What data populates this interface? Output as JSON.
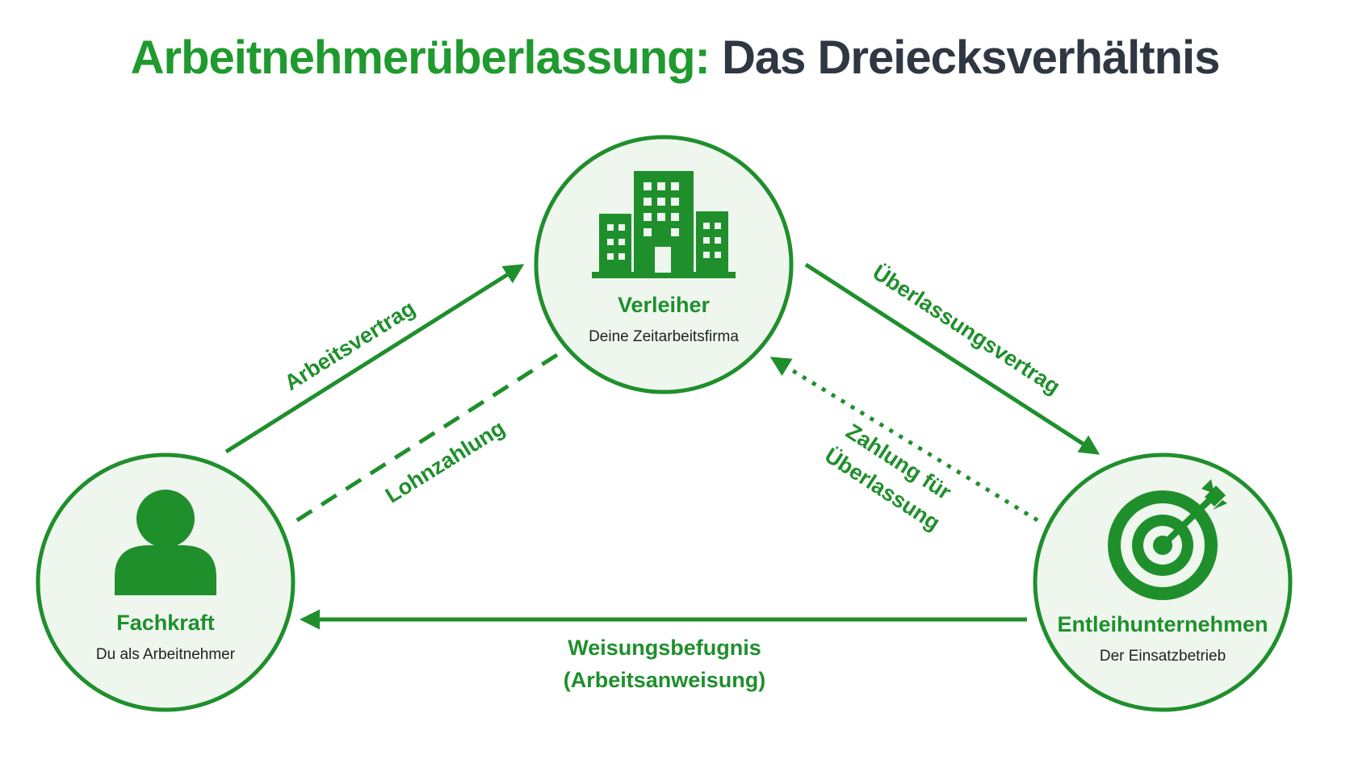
{
  "title": {
    "part1": "Arbeitnehmerüberlassung:",
    "part2": "Das Dreiecksverhältnis"
  },
  "colors": {
    "accent": "#1f8f2c",
    "node_fill": "#eef6ee",
    "title_dark": "#2e3742"
  },
  "nodes": {
    "verleiher": {
      "title": "Verleiher",
      "subtitle": "Deine Zeitarbeitsfirma",
      "icon": "building-icon"
    },
    "fachkraft": {
      "title": "Fachkraft",
      "subtitle": "Du als Arbeitnehmer",
      "icon": "person-icon"
    },
    "entleiher": {
      "title": "Entleihunternehmen",
      "subtitle": "Der Einsatzbetrieb",
      "icon": "target-icon"
    }
  },
  "edges": {
    "arbeitsvertrag": "Arbeitsvertrag",
    "lohnzahlung": "Lohnzahlung",
    "ueberlassungsvertrag": "Überlassungsvertrag",
    "zahlung_line1": "Zahlung für",
    "zahlung_line2": "Überlassung",
    "weisung_line1": "Weisungsbefugnis",
    "weisung_line2": "(Arbeitsanweisung)"
  }
}
